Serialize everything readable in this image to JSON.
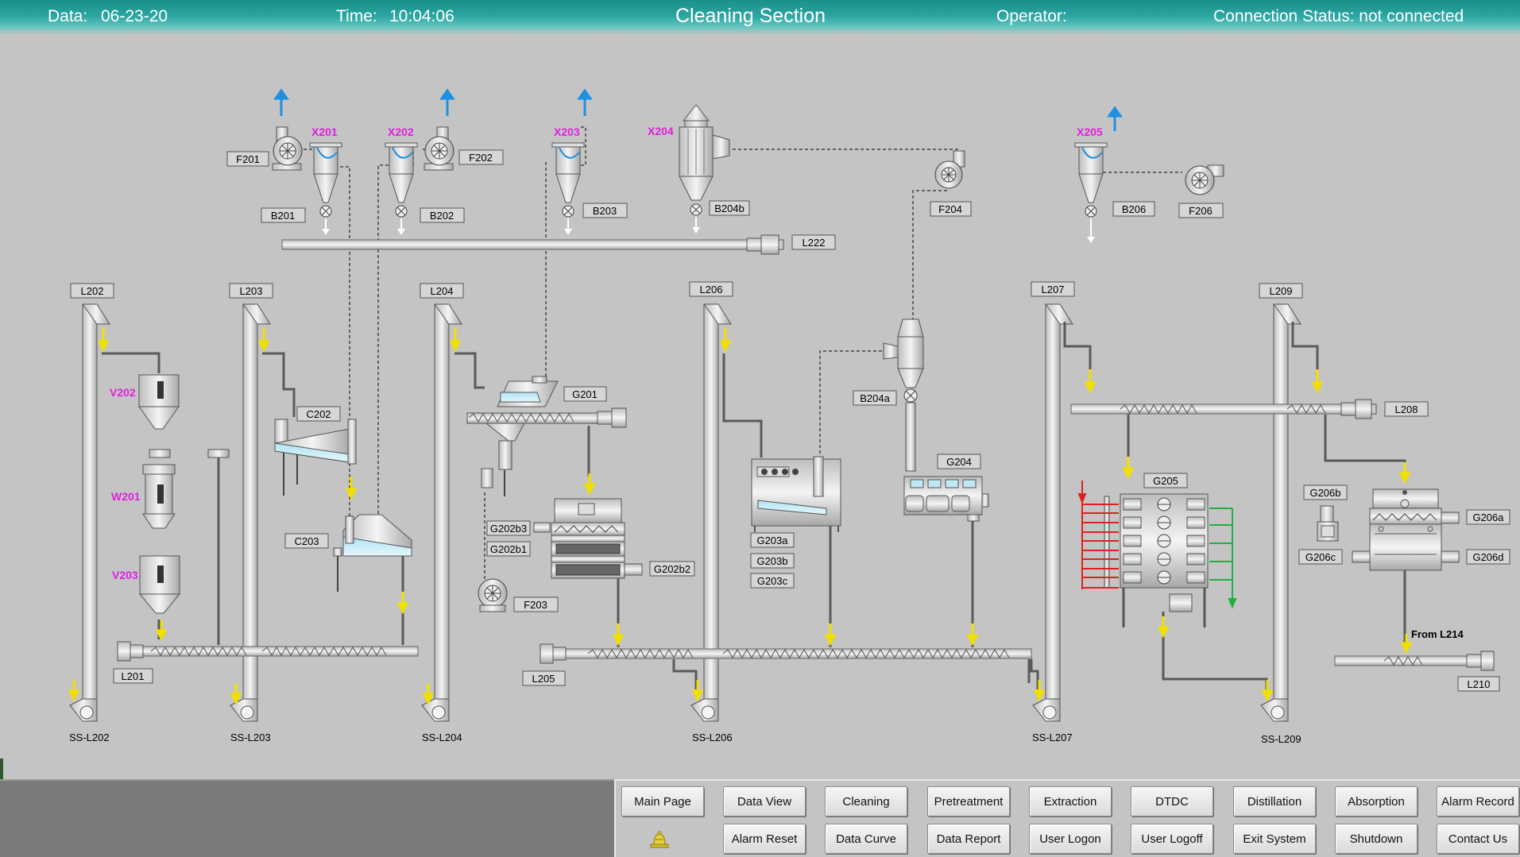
{
  "header": {
    "date_label": "Data:",
    "date_value": "06-23-20",
    "time_label": "Time:",
    "time_value": "10:04:06",
    "title": "Cleaning Section",
    "operator_label": "Operator:",
    "connection_status": "Connection Status: not connected"
  },
  "colors": {
    "header_teal": "#1a8f8b",
    "flow_arrow": "#f0e000",
    "air_arrow": "#1e90e0",
    "equipment_tag": "#e020e0",
    "red_lines": "#e02020",
    "green_lines": "#20b040"
  },
  "equipment_tags": {
    "x201": "X201",
    "x202": "X202",
    "x203": "X203",
    "x204": "X204",
    "x205": "X205",
    "v202": "V202",
    "w201": "W201",
    "v203": "V203"
  },
  "labels": {
    "f201": "F201",
    "f202": "F202",
    "b201": "B201",
    "b202": "B202",
    "b203": "B203",
    "b204b": "B204b",
    "f204": "F204",
    "b206": "B206",
    "f206": "F206",
    "l222": "L222",
    "l202": "L202",
    "l203": "L203",
    "l204": "L204",
    "l206": "L206",
    "l207": "L207",
    "l209": "L209",
    "c202": "C202",
    "c203": "C203",
    "g201": "G201",
    "g202b3": "G202b3",
    "g202b1": "G202b1",
    "g202b2": "G202b2",
    "f203": "F203",
    "b204a": "B204a",
    "g204": "G204",
    "g203a": "G203a",
    "g203b": "G203b",
    "g203c": "G203c",
    "g205": "G205",
    "g206b": "G206b",
    "g206a": "G206a",
    "g206c": "G206c",
    "g206d": "G206d",
    "l208": "L208",
    "l201": "L201",
    "l205": "L205",
    "l210": "L210"
  },
  "texts": {
    "from_l214": "From L214",
    "ss_l202": "SS-L202",
    "ss_l203": "SS-L203",
    "ss_l204": "SS-L204",
    "ss_l206": "SS-L206",
    "ss_l207": "SS-L207",
    "ss_l209": "SS-L209"
  },
  "nav": {
    "main_page": "Main Page",
    "data_view": "Data View",
    "cleaning": "Cleaning",
    "pretreatment": "Pretreatment",
    "extraction": "Extraction",
    "dtdc": "DTDC",
    "distillation": "Distillation",
    "absorption": "Absorption",
    "alarm_record": "Alarm Record",
    "alarm_reset": "Alarm Reset",
    "data_curve": "Data Curve",
    "data_report": "Data Report",
    "user_logon": "User Logon",
    "user_logoff": "User Logoff",
    "exit_system": "Exit System",
    "shutdown": "Shutdown",
    "contact_us": "Contact Us"
  },
  "icons": {
    "alarm": "alarm-bell-icon",
    "fan": "fan-icon",
    "valve": "rotary-valve-icon",
    "motor": "motor-icon"
  }
}
